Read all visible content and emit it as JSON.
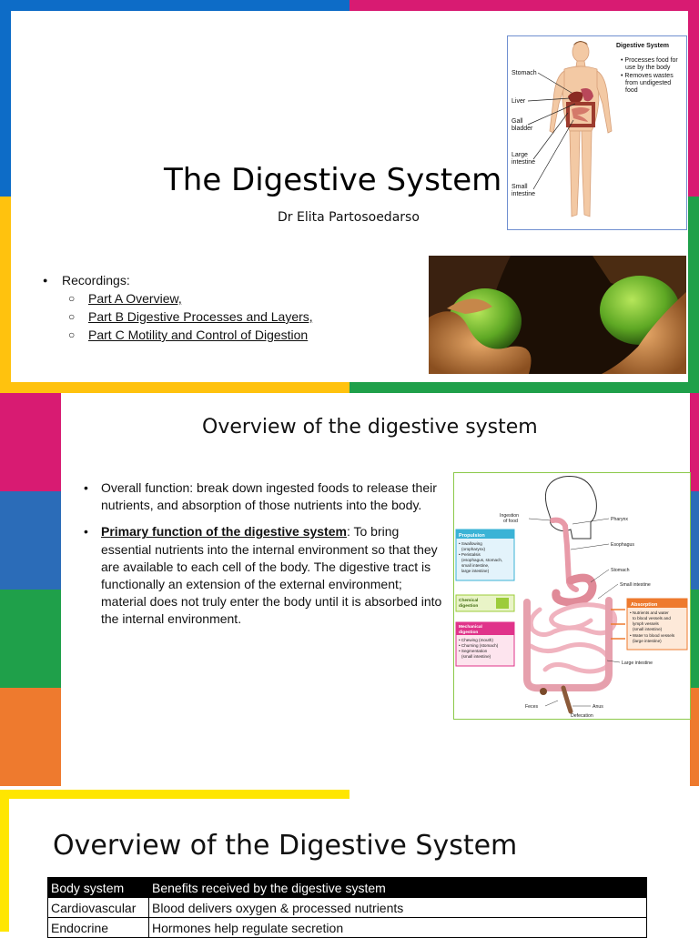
{
  "slide1": {
    "title": "The Digestive System 1",
    "author": "Dr Elita Partosoedarso",
    "recordings_label": "Recordings:",
    "recordings": [
      {
        "label": "Part A Overview, "
      },
      {
        "label": "Part B Digestive Processes and Layers, "
      },
      {
        "label": "Part C Motility and Control of Digestion"
      }
    ],
    "figure": {
      "title": "Digestive System",
      "notes": [
        "• Processes food for",
        "use by the body",
        "• Removes wastes",
        "from undigested",
        "food"
      ],
      "labels": {
        "stomach": "Stomach",
        "liver": "Liver",
        "gall1": "Gall",
        "gall2": "bladder",
        "large1": "Large",
        "large2": "intestine",
        "small1": "Small",
        "small2": "intestine"
      }
    },
    "colors": {
      "blue": "#0d6cc7",
      "magenta": "#d81b72",
      "yellow": "#ffc20e",
      "green": "#1fa04a"
    }
  },
  "slide2": {
    "title": "Overview of the digestive system",
    "para1": "Overall function: break down ingested foods to release their nutrients, and absorption of those nutrients into the body.",
    "para2_bold": "Primary function of the digestive system",
    "para2_rest": ": To bring essential nutrients into the internal environment so that they are available to each cell of the body. The digestive tract is functionally an extension of the external environment; material does not truly enter the body until it is absorbed into the internal environment.",
    "figure": {
      "ingestion1": "Ingestion",
      "ingestion2": "of food",
      "pharynx": "Pharynx",
      "esophagus": "Esophagus",
      "stomach": "Stomach",
      "small_intestine": "Small intestine",
      "large_intestine": "Large intestine",
      "feces": "Feces",
      "anus": "Anus",
      "defecation": "Defecation",
      "propulsion": {
        "title": "Propulsion",
        "lines": [
          "• Swallowing",
          "(oropharynx)",
          "• Peristalsis",
          "(esophagus, stomach,",
          "small intestine,",
          "large intestine)"
        ]
      },
      "chemical": {
        "line1": "Chemical",
        "line2": "digestion"
      },
      "mechanical": {
        "line1": "Mechanical",
        "line2": "digestion",
        "lines": [
          "• Chewing (mouth)",
          "• Churning (stomach)",
          "• Segmentation",
          "(small intestine)"
        ]
      },
      "absorption": {
        "title": "Absorption",
        "lines": [
          "• Nutrients and water",
          "to blood vessels and",
          "lymph vessels",
          "(small intestine)",
          "• Water to blood vessels",
          "(large intestine)"
        ]
      }
    },
    "colors": {
      "magenta": "#d81b72",
      "blue": "#2b6cb8",
      "green": "#1fa04a",
      "orange": "#ee7a2e"
    }
  },
  "slide3": {
    "title": "Overview of the Digestive System",
    "table": {
      "headers": [
        "Body system",
        "Benefits received by the digestive system"
      ],
      "rows": [
        [
          "Cardiovascular",
          "Blood delivers oxygen & processed nutrients"
        ],
        [
          "Endocrine",
          "Hormones help regulate secretion"
        ]
      ]
    },
    "colors": {
      "yellow": "#ffe600"
    }
  }
}
